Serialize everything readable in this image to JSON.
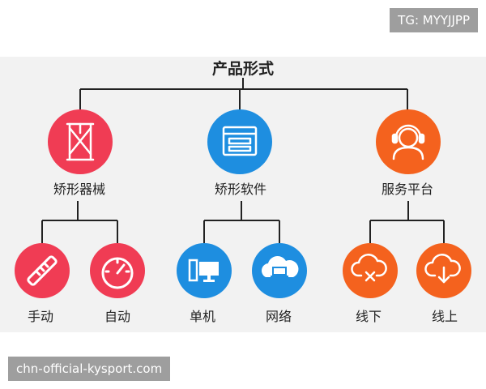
{
  "watermarks": {
    "top_right": "TG: MYYJJPP",
    "bottom_left": "chn-official-kysport.com"
  },
  "diagram": {
    "root": "产品形式",
    "branches": [
      {
        "label": "矫形器械",
        "color": "#f03c54",
        "icon": "orthosis-frame-icon",
        "children": [
          {
            "label": "手动",
            "color": "#f03c54",
            "icon": "wrench-tool-icon"
          },
          {
            "label": "自动",
            "color": "#f03c54",
            "icon": "gauge-icon"
          }
        ]
      },
      {
        "label": "矫形软件",
        "color": "#1e8ee0",
        "icon": "browser-window-icon",
        "children": [
          {
            "label": "单机",
            "color": "#1e8ee0",
            "icon": "desktop-computer-icon"
          },
          {
            "label": "网络",
            "color": "#1e8ee0",
            "icon": "cloud-laptop-icon"
          }
        ]
      },
      {
        "label": "服务平台",
        "color": "#f4621e",
        "icon": "headset-support-icon",
        "children": [
          {
            "label": "线下",
            "color": "#f4621e",
            "icon": "cloud-offline-icon"
          },
          {
            "label": "线上",
            "color": "#f4621e",
            "icon": "cloud-download-icon"
          }
        ]
      }
    ]
  }
}
